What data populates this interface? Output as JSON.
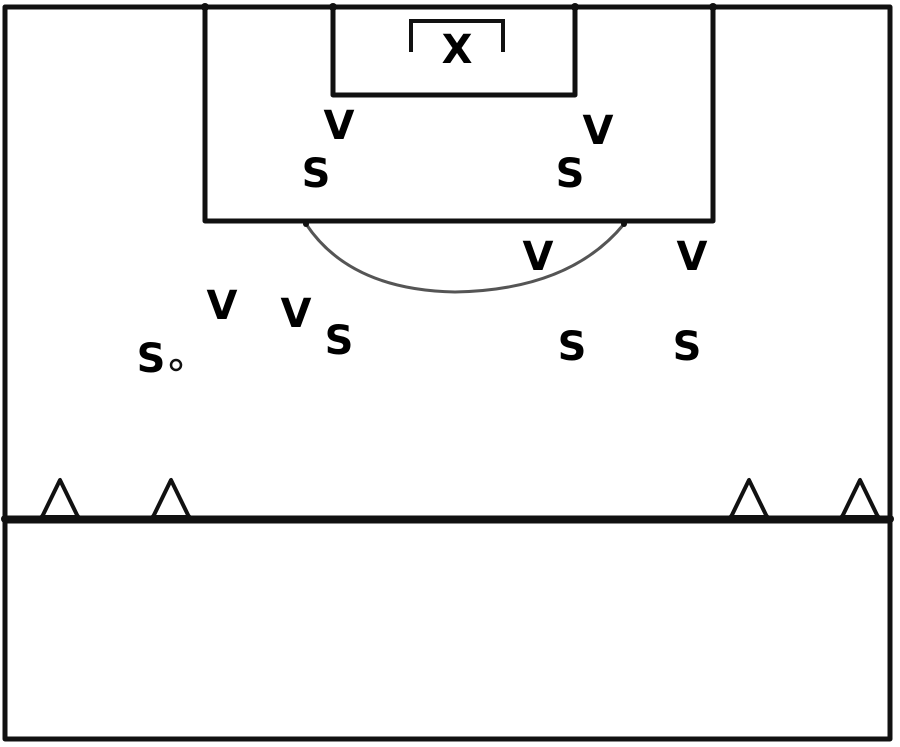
{
  "diagram": {
    "goalkeeper_label": "X",
    "attackers": [
      {
        "label": "V"
      },
      {
        "label": "V"
      },
      {
        "label": "V"
      },
      {
        "label": "V"
      },
      {
        "label": "V"
      },
      {
        "label": "V"
      }
    ],
    "defenders": [
      {
        "label": "S"
      },
      {
        "label": "S"
      },
      {
        "label": "S"
      },
      {
        "label": "S"
      },
      {
        "label": "S"
      },
      {
        "label": "S"
      }
    ],
    "cones": 4,
    "ball_count": 1,
    "colors": {
      "lines": "#111111",
      "arc": "#555555",
      "background": "#ffffff"
    }
  }
}
